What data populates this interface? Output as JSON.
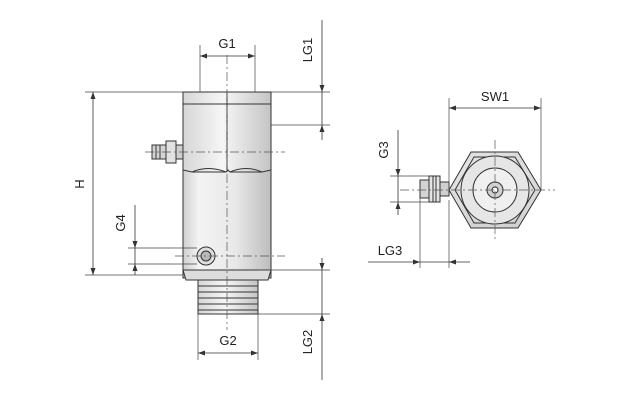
{
  "labels": {
    "g1": "G1",
    "lg1": "LG1",
    "h": "H",
    "g4": "G4",
    "g2": "G2",
    "lg2": "LG2",
    "sw1": "SW1",
    "g3": "G3",
    "lg3": "LG3"
  },
  "colors": {
    "body_fill": "#eeeeee",
    "shade": "#c9c9c9",
    "line": "#333333"
  }
}
